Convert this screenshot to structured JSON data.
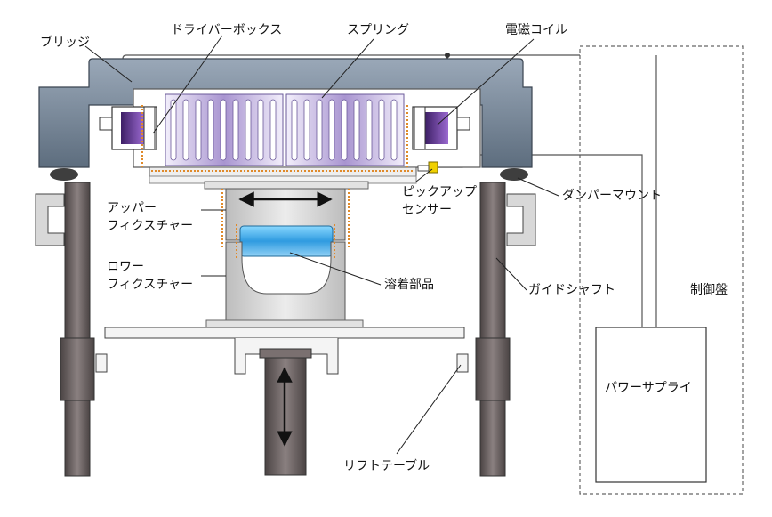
{
  "labels": {
    "bridge": "ブリッジ",
    "driver_box": "ドライバーボックス",
    "spring": "スプリング",
    "coil": "電磁コイル",
    "pickup": "ピックアップ",
    "sensor": "センサー",
    "damper": "ダンパーマウント",
    "upper1": "アッパー",
    "upper2": "フィクスチャー",
    "lower1": "ロワー",
    "lower2": "フィクスチャー",
    "weld": "溶着部品",
    "guide": "ガイドシャフト",
    "control": "制御盤",
    "power": "パワーサプライ",
    "lift": "リフトテーブル"
  },
  "colors": {
    "bridge": "#8a9aab",
    "shaft": "#6b6060",
    "fixture": "#dadada",
    "spring": "#b5a3d6",
    "coil": "#6a3a9a",
    "part": "#3aa0e0",
    "sensor": "#f0d000"
  }
}
